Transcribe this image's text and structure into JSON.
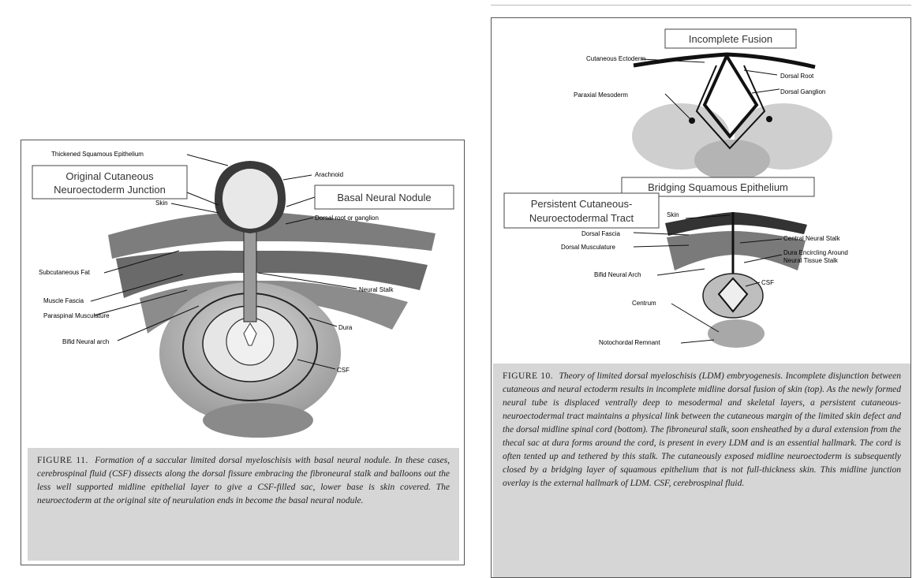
{
  "fig11": {
    "labels": {
      "epithelium": "Thickened Squamous Epithelium",
      "junction_line1": "Original Cutaneous",
      "junction_line2": "Neuroectoderm Junction",
      "arachnoid": "Arachnoid",
      "nodule": "Basal Neural Nodule",
      "skin": "Skin",
      "dorsal_nerve_root": "Dorsal root or ganglion",
      "subcutaneous_fat": "Subcutaneous Fat",
      "muscle_fascia": "Muscle Fascia",
      "muscle": "Paraspinal Musculature",
      "bifid_arch": "Bifid Neural arch",
      "neural_stalk": "Neural Stalk",
      "dura": "Dura",
      "csf": "CSF"
    },
    "caption_label": "FIGURE 11.",
    "caption_text": "Formation of a saccular limited dorsal myeloschisis with basal neural nodule. In these cases, cerebrospinal fluid (CSF) dissects along the dorsal fissure embracing the fibroneural stalk and balloons out the less well supported midline epithelial layer to give a CSF-filled sac, lower base is skin covered. The neuroectoderm at the original site of neurulation ends in become the basal neural nodule."
  },
  "fig10": {
    "labels": {
      "incomplete_fusion": "Incomplete Fusion",
      "cutaneous_ectoderm": "Cutaneous Ectoderm",
      "dorsal_root": "Dorsal Root",
      "dorsal_ganglion": "Dorsal Ganglion",
      "paraxial_mesoderm": "Paraxial Mesoderm",
      "bridging": "Bridging Squamous Epithelium",
      "tract_line1": "Persistent Cutaneous-",
      "tract_line2": "Neuroectodermal Tract",
      "skin": "Skin",
      "dorsal_fascia": "Dorsal Fascia",
      "dorsal_musculature": "Dorsal Musculature",
      "bifid_arch": "Bifid Neural Arch",
      "central_stalk": "Central Neural Stalk",
      "dura_encircling_line1": "Dura Encircling Around",
      "dura_encircling_line2": "Neural Tissue Stalk",
      "csf": "CSF",
      "centrum": "Centrum",
      "notochord": "Notochordal Remnant"
    },
    "caption_label": "FIGURE 10.",
    "caption_text": "Theory of limited dorsal myeloschisis (LDM) embryogenesis. Incomplete disjunction between cutaneous and neural ectoderm results in incomplete midline dorsal fusion of skin (top). As the newly formed neural tube is displaced ventrally deep to mesodermal and skeletal layers, a persistent cutaneous-neuroectodermal tract maintains a physical link between the cutaneous margin of the limited skin defect and the dorsal midline spinal cord (bottom). The fibroneural stalk, soon ensheathed by a dural extension from the thecal sac at dura forms around the cord, is present in every LDM and is an essential hallmark. The cord is often tented up and tethered by this stalk. The cutaneously exposed midline neuroectoderm is subsequently closed by a bridging layer of squamous epithelium that is not full-thickness skin. This midline junction overlay is the external hallmark of LDM. CSF, cerebrospinal fluid."
  }
}
